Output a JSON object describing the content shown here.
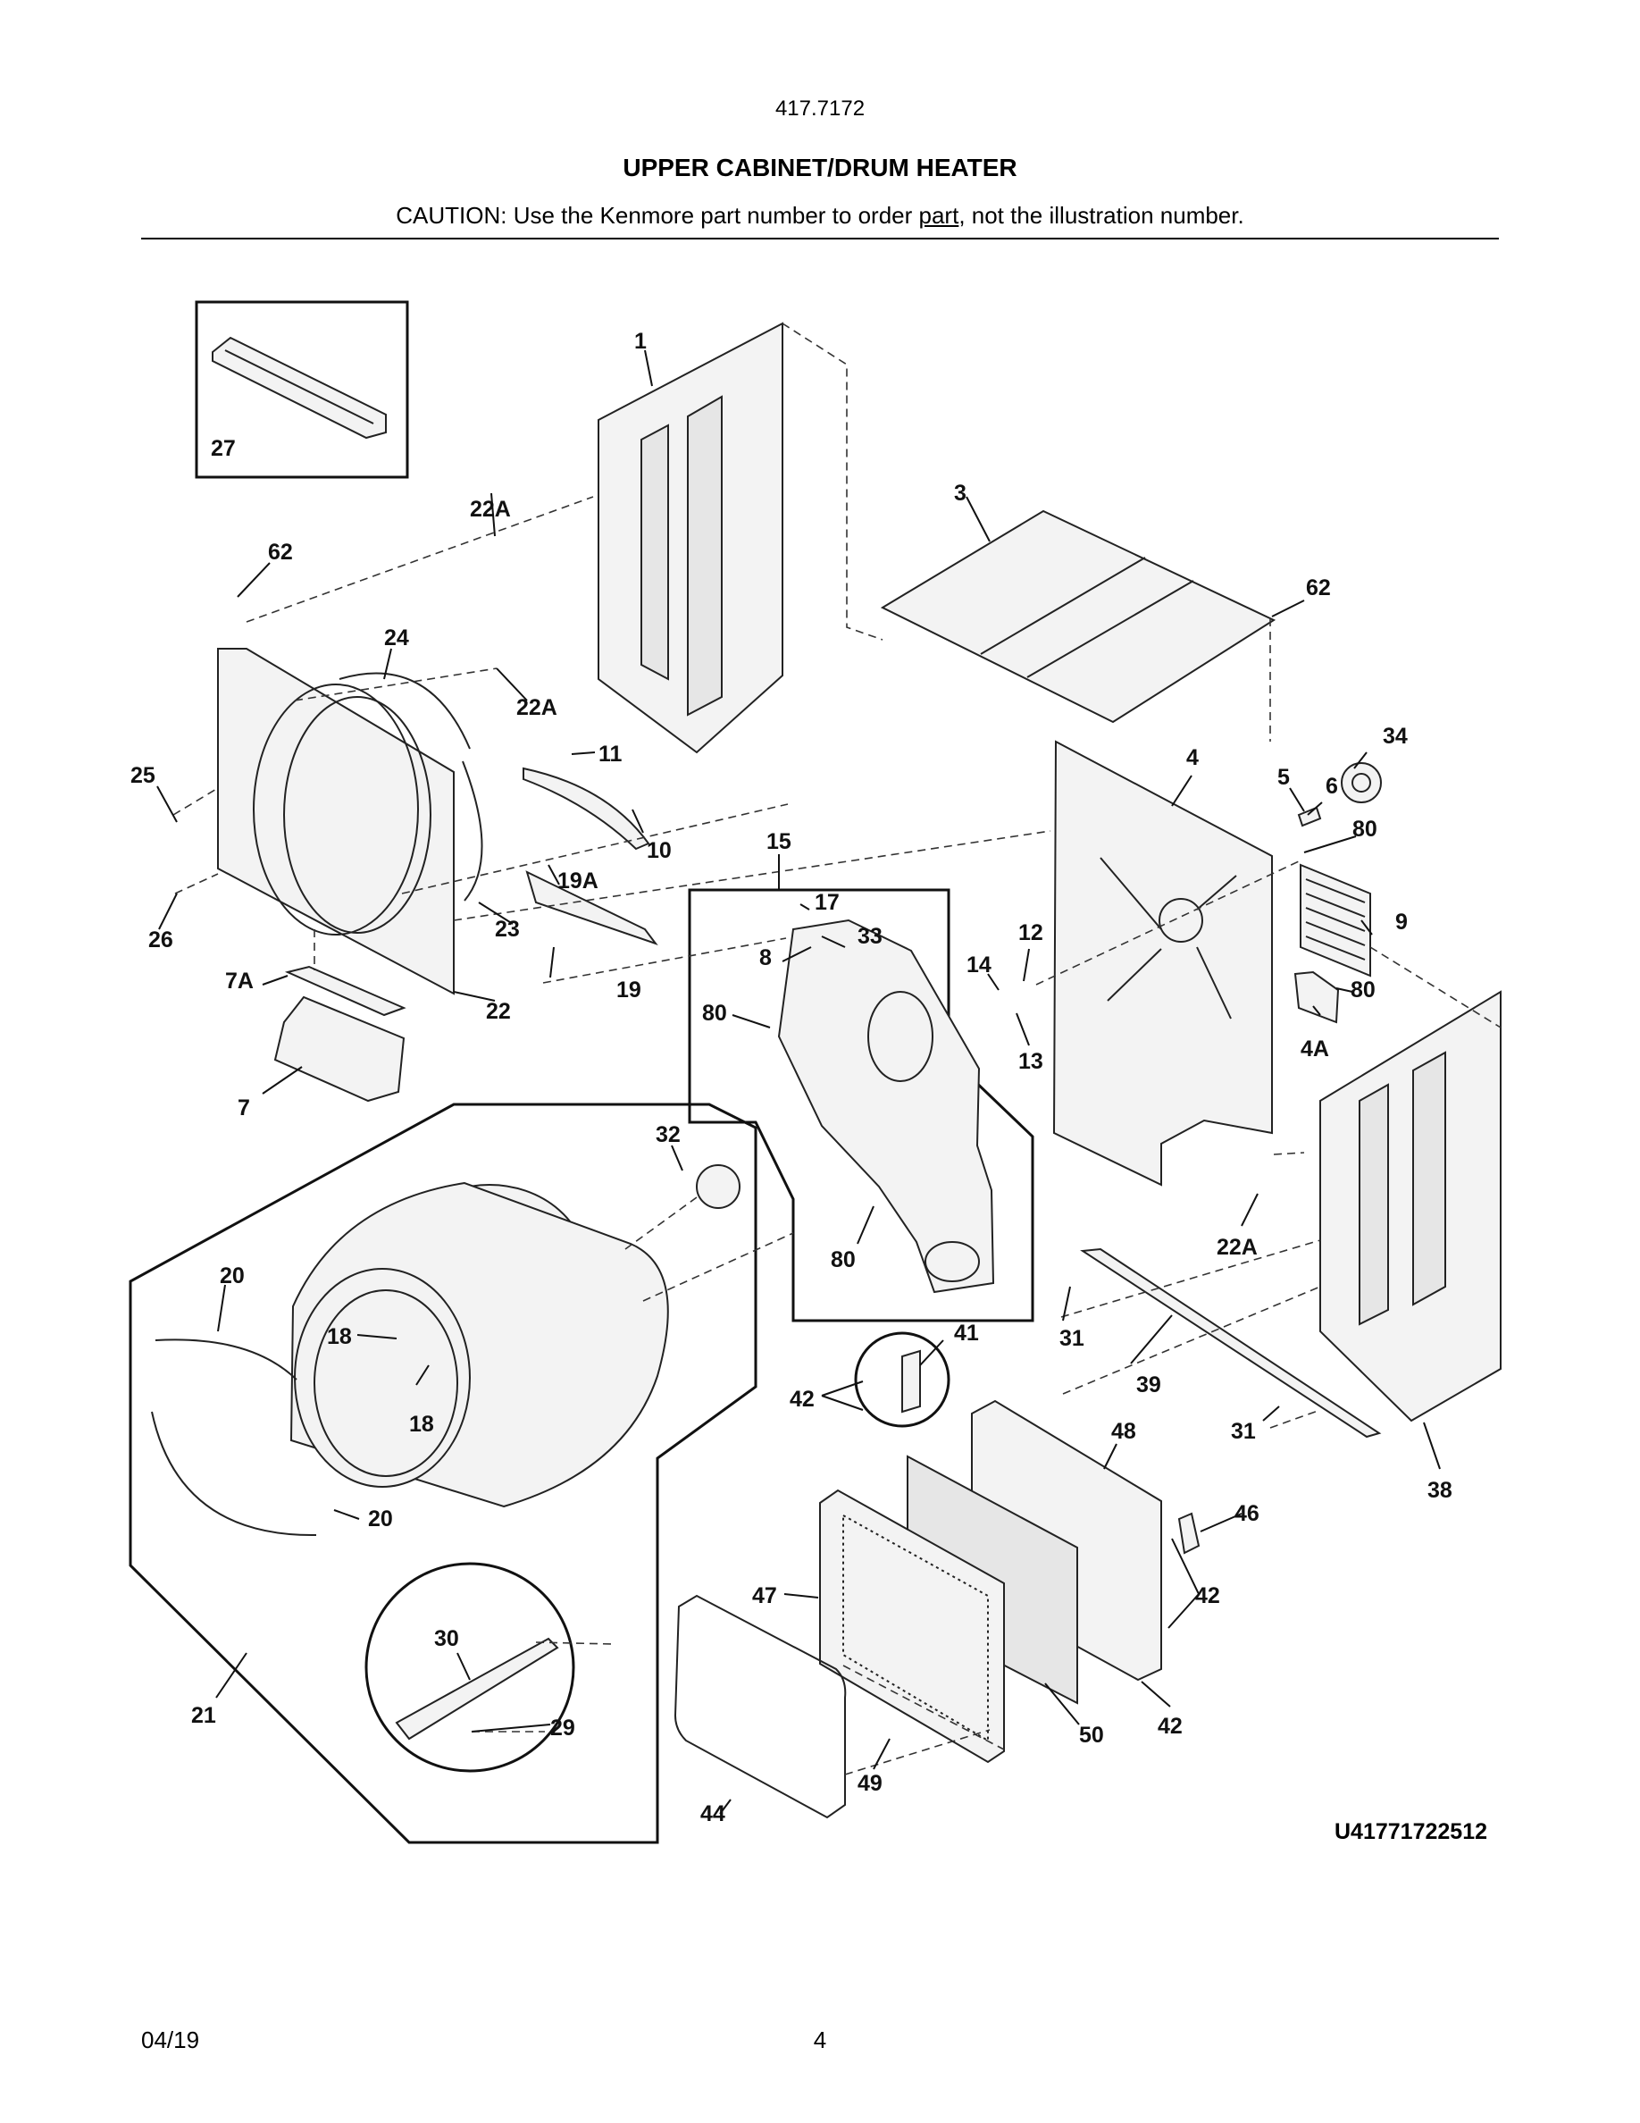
{
  "header": {
    "model": "417.7172",
    "title": "UPPER CABINET/DRUM HEATER",
    "caution_before": "CAUTION: Use the Kenmore part number to order ",
    "caution_link": "part",
    "caution_after": ", not the illustration number."
  },
  "diagram_id": "U41771722512",
  "footer": {
    "date": "04/19",
    "page": "4"
  },
  "callouts": {
    "c1": "1",
    "c3": "3",
    "c4": "4",
    "c4A": "4A",
    "c5": "5",
    "c6": "6",
    "c7": "7",
    "c7A": "7A",
    "c8": "8",
    "c9": "9",
    "c10": "10",
    "c11": "11",
    "c12": "12",
    "c13": "13",
    "c14": "14",
    "c15": "15",
    "c17": "17",
    "c18a": "18",
    "c18b": "18",
    "c19": "19",
    "c19A": "19A",
    "c20a": "20",
    "c20b": "20",
    "c21": "21",
    "c22": "22",
    "c22Aa": "22A",
    "c22Ab": "22A",
    "c22Ac": "22A",
    "c23": "23",
    "c24": "24",
    "c25": "25",
    "c26": "26",
    "c27": "27",
    "c29": "29",
    "c30": "30",
    "c31a": "31",
    "c31b": "31",
    "c32": "32",
    "c33": "33",
    "c34": "34",
    "c38": "38",
    "c39": "39",
    "c41": "41",
    "c42a": "42",
    "c42b": "42",
    "c42c": "42",
    "c44": "44",
    "c46": "46",
    "c47": "47",
    "c48": "48",
    "c49": "49",
    "c50": "50",
    "c62a": "62",
    "c62b": "62",
    "c80a": "80",
    "c80b": "80",
    "c80c": "80",
    "c80d": "80"
  }
}
